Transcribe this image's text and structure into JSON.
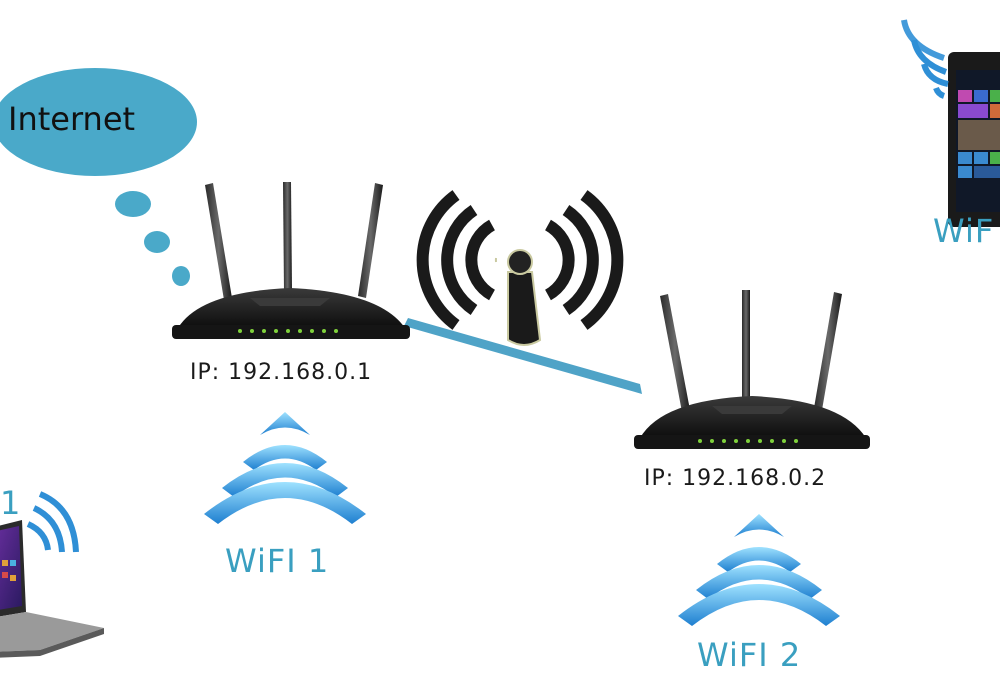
{
  "internet": {
    "label": "Internet"
  },
  "router_main": {
    "ip_label": "IP: 192.168.0.1",
    "wifi_label": "WiFI 1"
  },
  "router_repeater": {
    "ip_label": "IP: 192.168.0.2",
    "wifi_label": "WiFI 2"
  },
  "laptop": {
    "wifi_label": "1"
  },
  "phone": {
    "wifi_label": "WiF"
  },
  "colors": {
    "cloud": "#4aa9c9",
    "wifi_blue": "#2f8fd6",
    "label_blue": "#3a9fc0",
    "router": "#151515",
    "led": "#7fd13b"
  }
}
